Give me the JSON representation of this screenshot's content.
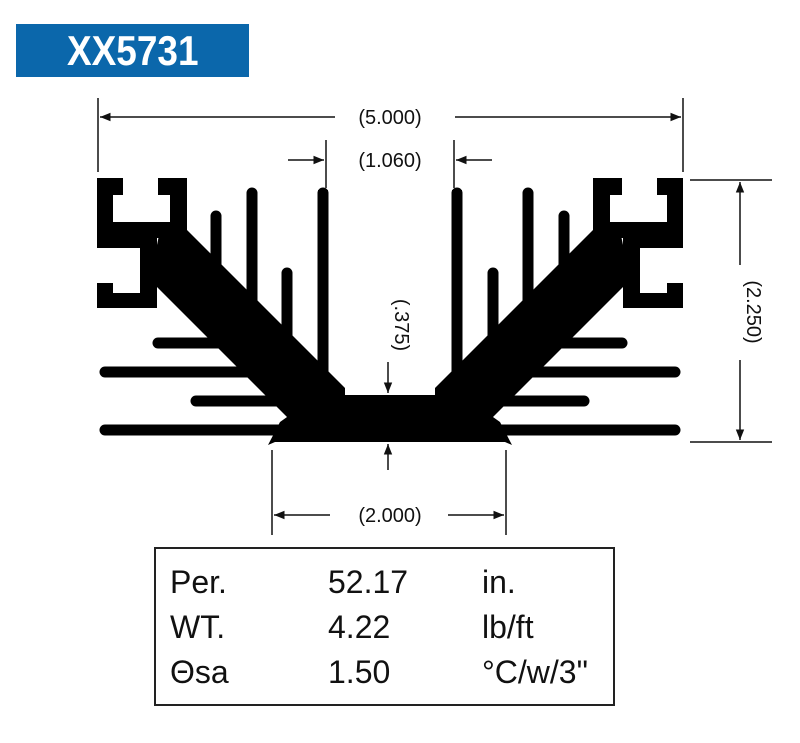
{
  "title": "XX5731",
  "accent_color": "#0b67ab",
  "dimensions": {
    "overall_width": "(5.000)",
    "channel_width": "(1.060)",
    "height": "(2.250)",
    "base_thickness": "(.375)",
    "base_width": "(2.000)"
  },
  "specs": [
    {
      "label": "Per.",
      "value": "52.17",
      "unit": "in."
    },
    {
      "label": "WT.",
      "value": "4.22",
      "unit": "lb/ft"
    },
    {
      "label": "Θsa",
      "value": "1.50",
      "unit": "°C/w/3\""
    }
  ]
}
